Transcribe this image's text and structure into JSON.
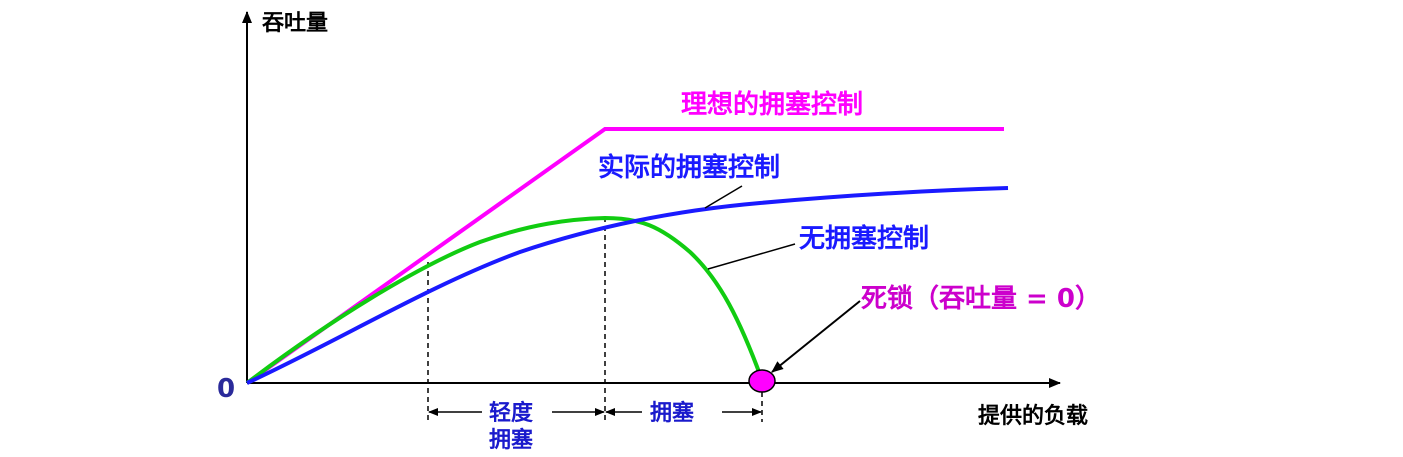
{
  "axes": {
    "y_label": "吞吐量",
    "x_label": "提供的负载",
    "origin_label": "0"
  },
  "curves": {
    "ideal": {
      "label": "理想的拥塞控制",
      "color": "#ff00ff"
    },
    "actual": {
      "label": "实际的拥塞控制",
      "color": "#1a1aff"
    },
    "none": {
      "label": "无拥塞控制",
      "color": "#11cc11"
    }
  },
  "deadlock": {
    "label": "死锁（吞吐量 = 0）",
    "color": "#cc00cc"
  },
  "regions": {
    "light_line1": "轻度",
    "light_line2": "拥塞",
    "congestion": "拥塞"
  },
  "colors": {
    "axis": "#000000",
    "region_text": "#1a1acc",
    "origin": "#2a2a9a"
  }
}
